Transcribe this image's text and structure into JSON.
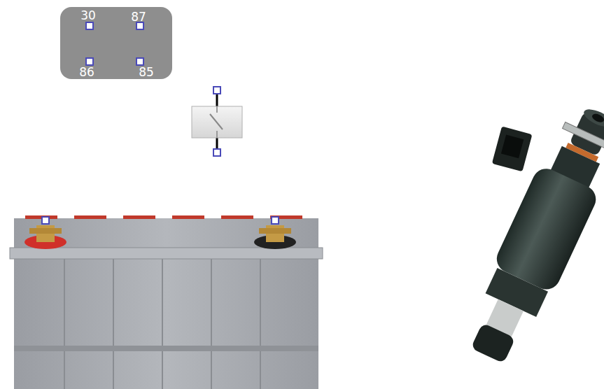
{
  "diagram": {
    "nodes": [
      {
        "text": [
          "30",
          "87",
          "86",
          "85"
        ]
      }
    ]
  }
}
